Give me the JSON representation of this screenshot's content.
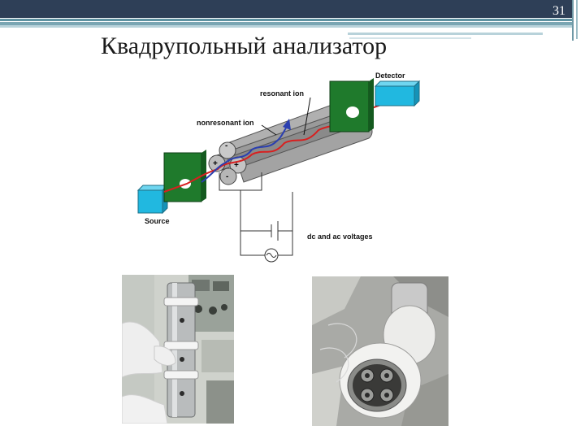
{
  "slide": {
    "page_number": "31",
    "title": "Квадрупольный анализатор"
  },
  "diagram": {
    "labels": {
      "detector": "Detector",
      "resonant_ion": "resonant ion",
      "nonresonant_ion": "nonresonant ion",
      "source": "Source",
      "voltages": "dc and ac voltages",
      "rod_signs": [
        "+",
        "-",
        "+",
        "-"
      ],
      "rod_signs_b": [
        "-",
        "+",
        "-"
      ]
    },
    "colors": {
      "plate_green": "#1f7a2c",
      "box_cyan": "#21b8e0",
      "rod_gray": "#8e8e8e",
      "resonant_path": "#d82020",
      "nonresonant_path": "#2a3fb0"
    }
  },
  "photos": {
    "left": {
      "subject": "assembled quadrupole rod stack held in gloved hands"
    },
    "right": {
      "subject": "end view of quadrupole with four rods in ceramic holder on foil"
    }
  }
}
